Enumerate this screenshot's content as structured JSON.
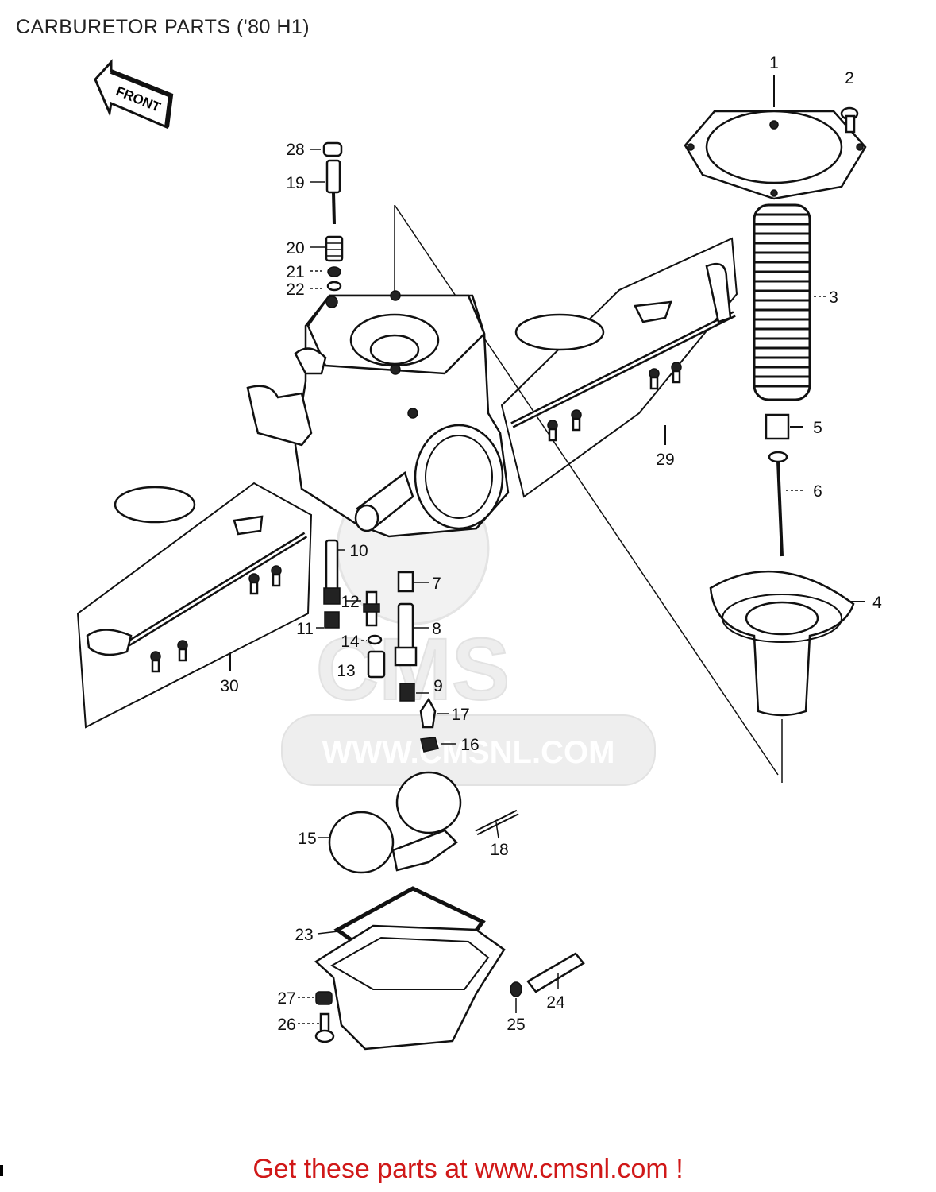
{
  "title": "CARBURETOR PARTS ('80 H1)",
  "front_label": "FRONT",
  "watermark": {
    "brand": "CMS",
    "site": "WWW.CMSNL.COM"
  },
  "callouts": [
    "1",
    "2",
    "3",
    "4",
    "5",
    "6",
    "7",
    "8",
    "9",
    "10",
    "11",
    "12",
    "13",
    "14",
    "15",
    "16",
    "17",
    "18",
    "19",
    "20",
    "21",
    "22",
    "23",
    "24",
    "25",
    "26",
    "27",
    "28",
    "29",
    "30"
  ],
  "footer": "Get these parts at www.cmsnl.com !",
  "colors": {
    "footer": "#d01818",
    "watermark": "#e8e8e8"
  }
}
